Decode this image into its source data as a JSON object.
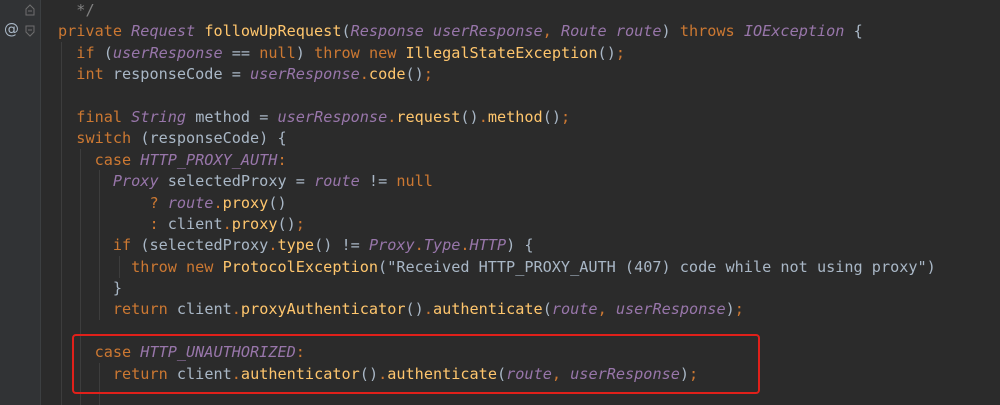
{
  "editor": {
    "gutter": {
      "override_icon": "override-icon",
      "override_glyph": "@",
      "fold_icon": "fold-icon"
    },
    "highlight_color": "#e0201a",
    "colors": {
      "background": "#2b2b2b",
      "keyword": "#cc7832",
      "type": "#9876aa",
      "method": "#ffc66d",
      "plain": "#a9b7c6",
      "comment": "#808080"
    },
    "lines": [
      {
        "tokens": [
          {
            "t": "  ",
            "c": "pl"
          },
          {
            "t": "*/",
            "c": "cm"
          }
        ]
      },
      {
        "tokens": [
          {
            "t": "private ",
            "c": "kw"
          },
          {
            "t": "Request ",
            "c": "ty"
          },
          {
            "t": "followUpRequest",
            "c": "fn"
          },
          {
            "t": "(",
            "c": "pl"
          },
          {
            "t": "Response ",
            "c": "ty"
          },
          {
            "t": "userResponse",
            "c": "pa"
          },
          {
            "t": ", ",
            "c": "kw"
          },
          {
            "t": "Route ",
            "c": "ty"
          },
          {
            "t": "route",
            "c": "pa"
          },
          {
            "t": ") ",
            "c": "pl"
          },
          {
            "t": "throws ",
            "c": "kw"
          },
          {
            "t": "IOException",
            "c": "ty"
          },
          {
            "t": " {",
            "c": "pl"
          }
        ]
      },
      {
        "tokens": [
          {
            "t": "  ",
            "c": "pl"
          },
          {
            "t": "if ",
            "c": "kw"
          },
          {
            "t": "(",
            "c": "pl"
          },
          {
            "t": "userResponse",
            "c": "pa"
          },
          {
            "t": " == ",
            "c": "pl"
          },
          {
            "t": "null",
            "c": "kw"
          },
          {
            "t": ") ",
            "c": "pl"
          },
          {
            "t": "throw new ",
            "c": "kw"
          },
          {
            "t": "IllegalStateException",
            "c": "fn"
          },
          {
            "t": "()",
            "c": "pl"
          },
          {
            "t": ";",
            "c": "kw"
          }
        ]
      },
      {
        "tokens": [
          {
            "t": "  ",
            "c": "pl"
          },
          {
            "t": "int ",
            "c": "kw"
          },
          {
            "t": "responseCode = ",
            "c": "pl"
          },
          {
            "t": "userResponse",
            "c": "pa"
          },
          {
            "t": ".",
            "c": "kw"
          },
          {
            "t": "code",
            "c": "fn"
          },
          {
            "t": "()",
            "c": "pl"
          },
          {
            "t": ";",
            "c": "kw"
          }
        ]
      },
      {
        "tokens": [
          {
            "t": "",
            "c": "pl"
          }
        ]
      },
      {
        "tokens": [
          {
            "t": "  ",
            "c": "pl"
          },
          {
            "t": "final ",
            "c": "kw"
          },
          {
            "t": "String ",
            "c": "ty"
          },
          {
            "t": "method = ",
            "c": "pl"
          },
          {
            "t": "userResponse",
            "c": "pa"
          },
          {
            "t": ".",
            "c": "kw"
          },
          {
            "t": "request",
            "c": "fn"
          },
          {
            "t": "()",
            "c": "pl"
          },
          {
            "t": ".",
            "c": "kw"
          },
          {
            "t": "method",
            "c": "fn"
          },
          {
            "t": "()",
            "c": "pl"
          },
          {
            "t": ";",
            "c": "kw"
          }
        ]
      },
      {
        "tokens": [
          {
            "t": "  ",
            "c": "pl"
          },
          {
            "t": "switch ",
            "c": "kw"
          },
          {
            "t": "(responseCode) {",
            "c": "pl"
          }
        ]
      },
      {
        "tokens": [
          {
            "t": "    ",
            "c": "pl"
          },
          {
            "t": "case ",
            "c": "kw"
          },
          {
            "t": "HTTP_PROXY_AUTH",
            "c": "cn"
          },
          {
            "t": ":",
            "c": "kw"
          }
        ]
      },
      {
        "tokens": [
          {
            "t": "      ",
            "c": "pl"
          },
          {
            "t": "Proxy ",
            "c": "ty"
          },
          {
            "t": "selectedProxy = ",
            "c": "pl"
          },
          {
            "t": "route",
            "c": "pa"
          },
          {
            "t": " != ",
            "c": "pl"
          },
          {
            "t": "null",
            "c": "kw"
          }
        ]
      },
      {
        "tokens": [
          {
            "t": "          ",
            "c": "pl"
          },
          {
            "t": "? ",
            "c": "kw"
          },
          {
            "t": "route",
            "c": "pa"
          },
          {
            "t": ".",
            "c": "kw"
          },
          {
            "t": "proxy",
            "c": "fn"
          },
          {
            "t": "()",
            "c": "pl"
          }
        ]
      },
      {
        "tokens": [
          {
            "t": "          ",
            "c": "pl"
          },
          {
            "t": ": ",
            "c": "kw"
          },
          {
            "t": "client",
            "c": "pl"
          },
          {
            "t": ".",
            "c": "kw"
          },
          {
            "t": "proxy",
            "c": "fn"
          },
          {
            "t": "()",
            "c": "pl"
          },
          {
            "t": ";",
            "c": "kw"
          }
        ]
      },
      {
        "tokens": [
          {
            "t": "      ",
            "c": "pl"
          },
          {
            "t": "if ",
            "c": "kw"
          },
          {
            "t": "(selectedProxy",
            "c": "pl"
          },
          {
            "t": ".",
            "c": "kw"
          },
          {
            "t": "type",
            "c": "fn"
          },
          {
            "t": "() != ",
            "c": "pl"
          },
          {
            "t": "Proxy",
            "c": "ty"
          },
          {
            "t": ".",
            "c": "kw"
          },
          {
            "t": "Type",
            "c": "ty"
          },
          {
            "t": ".",
            "c": "kw"
          },
          {
            "t": "HTTP",
            "c": "cn"
          },
          {
            "t": ") {",
            "c": "pl"
          }
        ]
      },
      {
        "tokens": [
          {
            "t": "        ",
            "c": "pl"
          },
          {
            "t": "throw new ",
            "c": "kw"
          },
          {
            "t": "ProtocolException",
            "c": "fn"
          },
          {
            "t": "(\"Received HTTP_PROXY_AUTH (407) code while not using proxy\")",
            "c": "st"
          }
        ]
      },
      {
        "tokens": [
          {
            "t": "      }",
            "c": "pl"
          }
        ]
      },
      {
        "tokens": [
          {
            "t": "      ",
            "c": "pl"
          },
          {
            "t": "return ",
            "c": "kw"
          },
          {
            "t": "client",
            "c": "pl"
          },
          {
            "t": ".",
            "c": "kw"
          },
          {
            "t": "proxyAuthenticator",
            "c": "fn"
          },
          {
            "t": "()",
            "c": "pl"
          },
          {
            "t": ".",
            "c": "kw"
          },
          {
            "t": "authenticate",
            "c": "fn"
          },
          {
            "t": "(",
            "c": "pl"
          },
          {
            "t": "route",
            "c": "pa"
          },
          {
            "t": ", ",
            "c": "kw"
          },
          {
            "t": "userResponse",
            "c": "pa"
          },
          {
            "t": ")",
            "c": "pl"
          },
          {
            "t": ";",
            "c": "kw"
          }
        ]
      },
      {
        "tokens": [
          {
            "t": "",
            "c": "pl"
          }
        ]
      },
      {
        "tokens": [
          {
            "t": "    ",
            "c": "pl"
          },
          {
            "t": "case ",
            "c": "kw"
          },
          {
            "t": "HTTP_UNAUTHORIZED",
            "c": "cn"
          },
          {
            "t": ":",
            "c": "kw"
          }
        ]
      },
      {
        "tokens": [
          {
            "t": "      ",
            "c": "pl"
          },
          {
            "t": "return ",
            "c": "kw"
          },
          {
            "t": "client",
            "c": "pl"
          },
          {
            "t": ".",
            "c": "kw"
          },
          {
            "t": "authenticator",
            "c": "fn"
          },
          {
            "t": "()",
            "c": "pl"
          },
          {
            "t": ".",
            "c": "kw"
          },
          {
            "t": "authenticate",
            "c": "fn"
          },
          {
            "t": "(",
            "c": "pl"
          },
          {
            "t": "route",
            "c": "pa"
          },
          {
            "t": ", ",
            "c": "kw"
          },
          {
            "t": "userResponse",
            "c": "pa"
          },
          {
            "t": ")",
            "c": "pl"
          },
          {
            "t": ";",
            "c": "kw"
          }
        ]
      }
    ]
  }
}
